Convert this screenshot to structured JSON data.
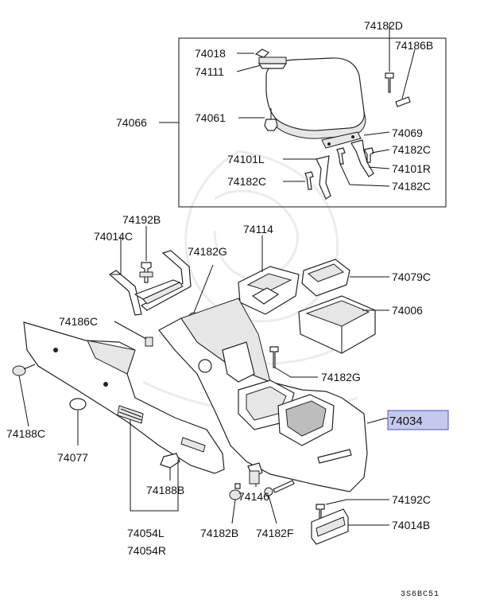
{
  "diagram": {
    "labels": {
      "p74182D_top": "74182D",
      "p74186B_top": "74186B",
      "p74018": "74018",
      "p74111": "74111",
      "p74066": "74066",
      "p74061": "74061",
      "p74069": "74069",
      "p74182C_a": "74182C",
      "p74101L": "74101L",
      "p74101R": "74101R",
      "p74182C_b": "74182C",
      "p74182C_c": "74182C",
      "p74192B": "74192B",
      "p74014C": "74014C",
      "p74114": "74114",
      "p74182G_a": "74182G",
      "p74079C": "74079C",
      "p74006": "74006",
      "p74186C": "74186C",
      "p74182G_b": "74182G",
      "p74034": "74034",
      "p74188C": "74188C",
      "p74077": "74077",
      "p74188B": "74188B",
      "p74192C": "74192C",
      "p74146": "74146",
      "p74014B": "74014B",
      "p74182B": "74182B",
      "p74182F": "74182F",
      "p74054L": "74054L",
      "p74054R": "74054R",
      "drawing_code": "3S6BC51"
    },
    "highlight_color": "#c5c9ee"
  }
}
